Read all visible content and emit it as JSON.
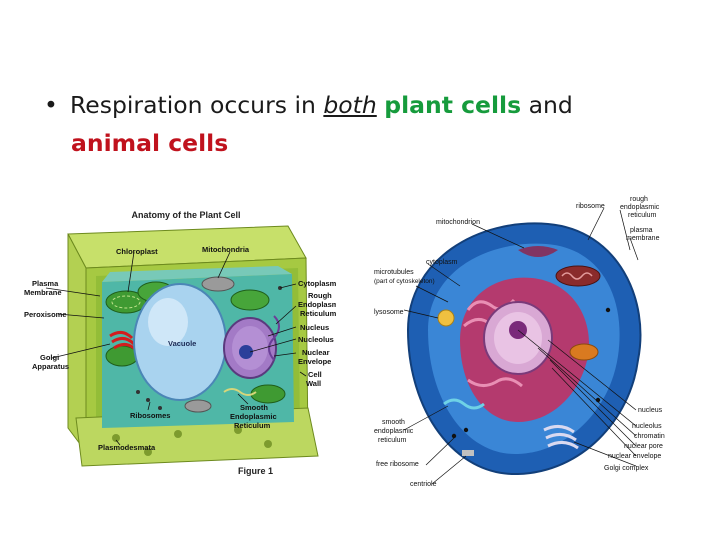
{
  "slide": {
    "bullet": "•",
    "text_before": "Respiration occurs in ",
    "emphasis_both": "both",
    "space": " ",
    "green_phrase": "plant cells",
    "text_and": " and",
    "red_phrase": "animal cells"
  },
  "plant_cell": {
    "title": "Anatomy of the Plant Cell",
    "figure_caption": "Figure 1",
    "labels": {
      "chloroplast": "Chloroplast",
      "mitochondria": "Mitochondria",
      "plasma_membrane_1": "Plasma",
      "plasma_membrane_2": "Membrane",
      "peroxisome": "Peroxisome",
      "golgi_1": "Golgi",
      "golgi_2": "Apparatus",
      "vacuole": "Vacuole",
      "cytoplasm": "Cytoplasm",
      "rough_er_1": "Rough",
      "rough_er_2": "Endoplasmic",
      "rough_er_3": "Reticulum",
      "nucleus": "Nucleus",
      "nucleolus": "Nucleolus",
      "nuclear_env_1": "Nuclear",
      "nuclear_env_2": "Envelope",
      "cell_wall_1": "Cell",
      "cell_wall_2": "Wall",
      "ribosomes": "Ribosomes",
      "smooth_er_1": "Smooth",
      "smooth_er_2": "Endoplasmic",
      "smooth_er_3": "Reticulum",
      "plasmodesmata": "Plasmodesmata"
    }
  },
  "animal_cell": {
    "labels": {
      "ribosome": "ribosome",
      "rough_er_1": "rough",
      "rough_er_2": "endoplasmic",
      "rough_er_3": "reticulum",
      "plasma_1": "plasma",
      "plasma_2": "membrane",
      "mitochondrion": "mitochondrion",
      "cytoplasm": "cytoplasm",
      "microtubules_1": "microtubules",
      "microtubules_2": "(part of cytoskeleton)",
      "lysosome": "lysosome",
      "nucleus": "nucleus",
      "nucleolus": "nucleolus",
      "chromatin": "chromatin",
      "nuclear_pore": "nuclear pore",
      "nuclear_envelope": "nuclear envelope",
      "golgi": "Golgi complex",
      "smooth_er_1": "smooth",
      "smooth_er_2": "endoplasmic",
      "smooth_er_3": "reticulum",
      "free_ribosome": "free ribosome",
      "centriole": "centriole"
    }
  }
}
